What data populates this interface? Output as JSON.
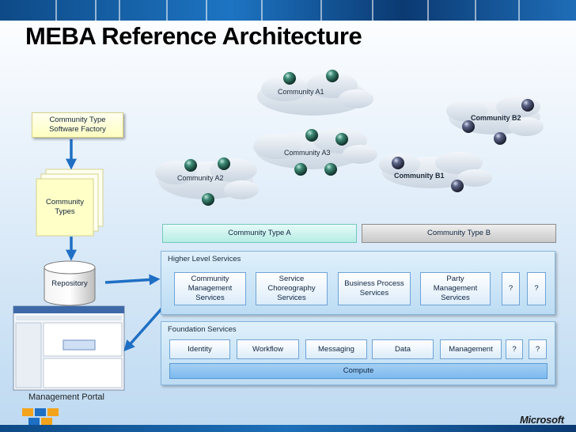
{
  "slide": {
    "title": "MEBA Reference Architecture",
    "brand": "Microsoft"
  },
  "left_column": {
    "software_factory": "Community Type Software Factory",
    "community_types": "Community Types",
    "repository": "Repository",
    "management_portal": "Management Portal"
  },
  "communities": {
    "a1": "Community A1",
    "a2": "Community A2",
    "a3": "Community A3",
    "b1": "Community B1",
    "b2": "Community B2"
  },
  "community_types": {
    "type_a": "Community Type A",
    "type_b": "Community Type B"
  },
  "higher_level_services": {
    "label": "Higher Level Services",
    "items": [
      "Community Management Services",
      "Service Choreography Services",
      "Business Process Services",
      "Party Management Services",
      "?",
      "?"
    ]
  },
  "foundation_services": {
    "label": "Foundation Services",
    "items": [
      "Identity",
      "Workflow",
      "Messaging",
      "Data",
      "Management",
      "?",
      "?"
    ],
    "compute": "Compute"
  },
  "colors": {
    "bar_blue": "#1d74c2",
    "arrow_blue": "#1f6fc4",
    "node_teal": "#2f6f5f",
    "node_slate": "#4f5875"
  }
}
